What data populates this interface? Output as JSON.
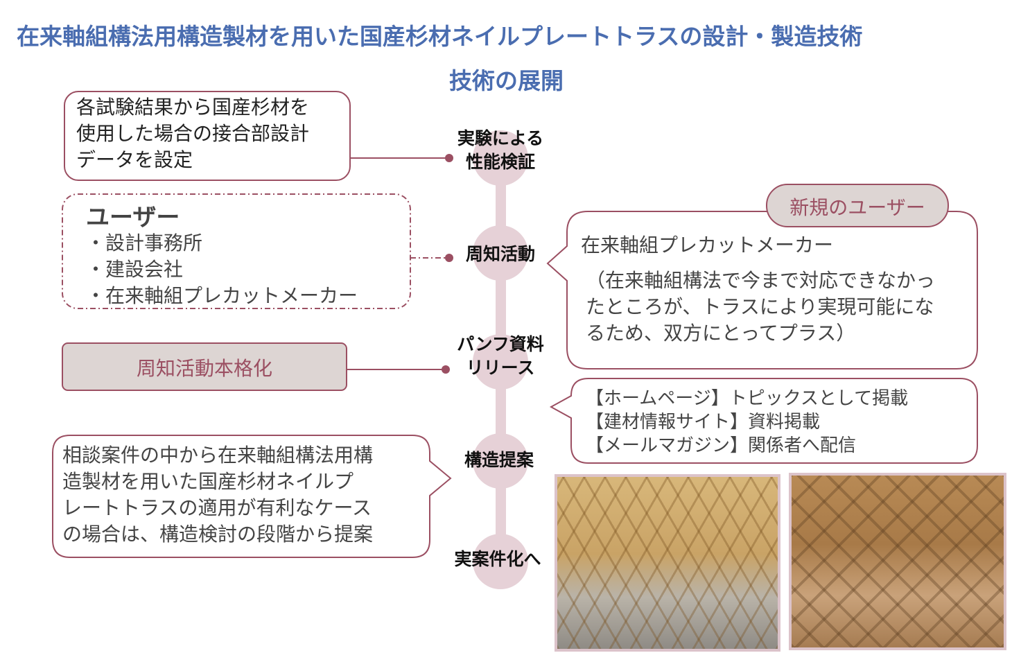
{
  "title_line1": "在来軸組構法用構造製材を用いた国産杉材ネイルプレートトラスの設計・製造技術",
  "title_line2": "技術の展開",
  "timeline": [
    {
      "label": "実験による\n性能検証"
    },
    {
      "label": "周知活動"
    },
    {
      "label": "パンフ資料\nリリース"
    },
    {
      "label": "構造提案"
    },
    {
      "label": "実案件化へ"
    }
  ],
  "box_test": [
    "各試験結果から国産杉材を",
    "使用した場合の接合部設計",
    "データを設定"
  ],
  "users": {
    "heading": "ユーザー",
    "items": [
      "・設計事務所",
      "・建設会社",
      "・在来軸組プレカットメーカー"
    ]
  },
  "pr_full": "周知活動本格化",
  "new_user": {
    "label": "新規のユーザー",
    "name": "在来軸組プレカットメーカー",
    "lines": [
      "（在来軸組構法で今まで対応できなかっ",
      "たところが、トラスにより実現可能にな",
      "るため、双方にとってプラス）"
    ]
  },
  "channels": [
    "【ホームページ】トピックスとして掲載",
    "【建材情報サイト】資料掲載",
    "【メールマガジン】関係者へ配信"
  ],
  "proposal": [
    "相談案件の中から在来軸組構法用構",
    "造製材を用いた国産杉材ネイルプ",
    "レートトラスの適用が有利なケース",
    "の場合は、構造検討の段階から提案"
  ],
  "colors": {
    "accent": "#9b4f62",
    "timeline": "#e6d1d7",
    "title": "#4a6db0",
    "pill": "#ddd5d3"
  }
}
